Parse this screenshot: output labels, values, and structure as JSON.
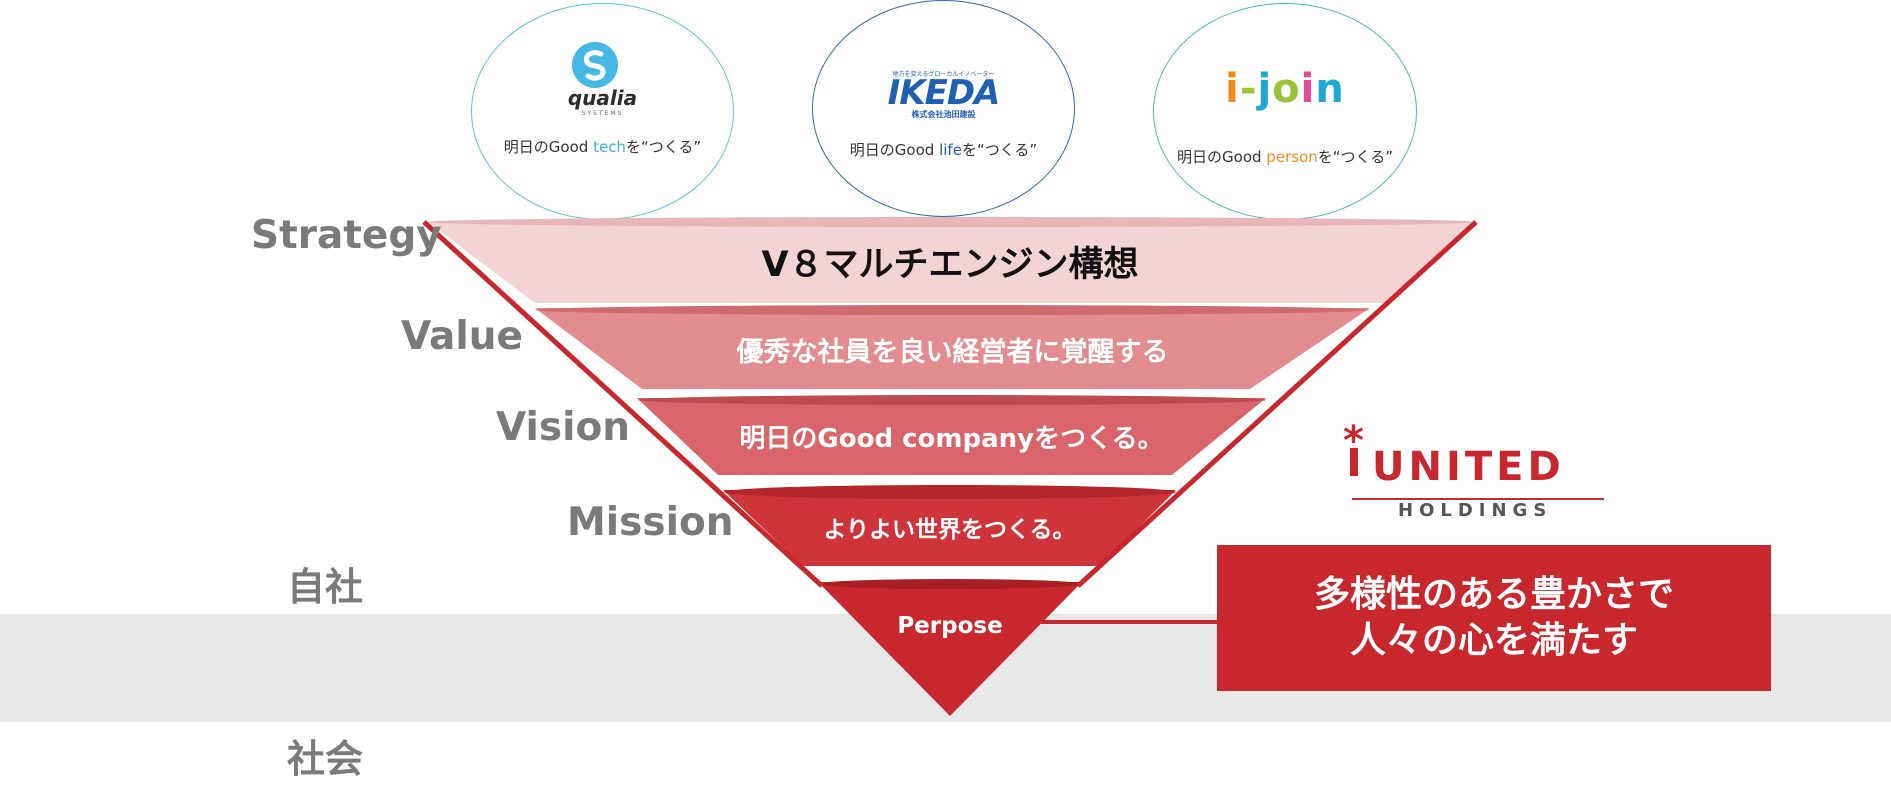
{
  "companies": [
    {
      "logo": "qualia",
      "logo_sub": "SYSTEMS",
      "tagline_pre": "明日のGood ",
      "tagline_accent": "tech",
      "tagline_post": "を“つくる”",
      "accent_color": "#3aaee0",
      "border_color": "#5bc3e8"
    },
    {
      "logo": "IKEDA",
      "logo_sub": "株式会社池田建設",
      "logo_top": "地方を変えるグローカルイノベーター",
      "tagline_pre": "明日のGood ",
      "tagline_accent": "life",
      "tagline_post": "を“つくる”",
      "accent_color": "#1f5fb4",
      "border_color": "#2a6cb0"
    },
    {
      "logo": "i-join",
      "tagline_pre": "明日のGood ",
      "tagline_accent": "person",
      "tagline_post": "を“つくる”",
      "accent_color": "#f08a1c",
      "border_color": "#4db8c7"
    }
  ],
  "row_labels": {
    "strategy": "Strategy",
    "value": "Value",
    "vision": "Vision",
    "mission": "Mission",
    "own_company": "自社",
    "society": "社会"
  },
  "pyramid": {
    "strategy": "V８マルチエンジン構想",
    "value": "優秀な社員を良い経営者に覚醒する",
    "vision": "明日のGood companyをつくる。",
    "mission": "よりよい世界をつくる。",
    "purpose": "Perpose"
  },
  "holdings": {
    "name": "UNITED",
    "sub": "HOLDINGS",
    "mark": "*"
  },
  "message": {
    "line1": "多様性のある豊かさで",
    "line2": "人々の心を満たす"
  },
  "colors": {
    "strategy_fill": "#f3d3d5",
    "value_fill": "#e28c8f",
    "vision_fill": "#d9656a",
    "mission_fill": "#d0343b",
    "purpose_fill": "#c8282d",
    "outline": "#c8282d",
    "label_gray": "#7a7a7a"
  }
}
